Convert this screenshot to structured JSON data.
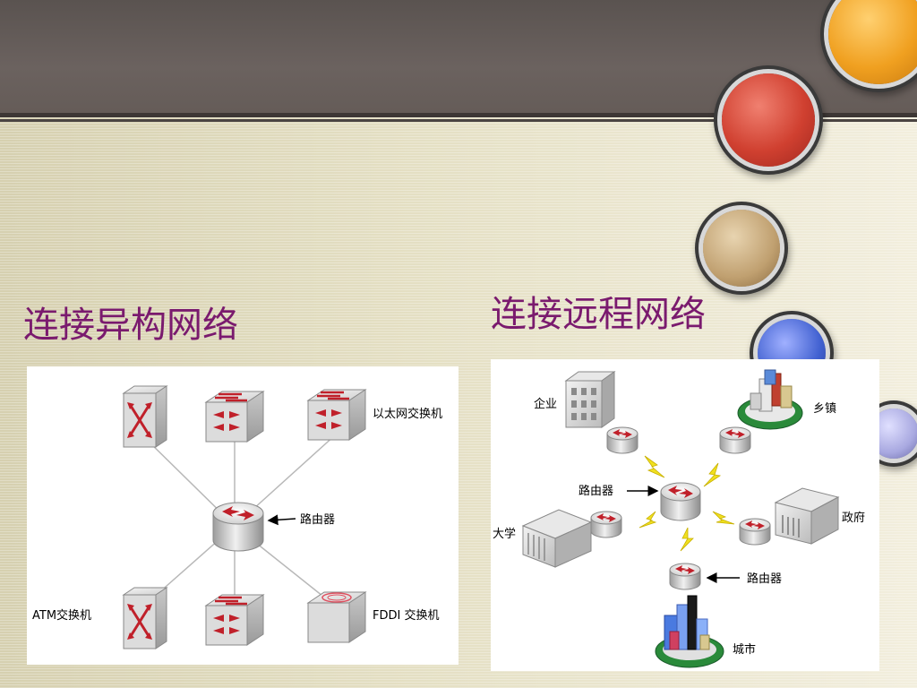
{
  "slide": {
    "title_left": "连接异构网络",
    "title_right": "连接远程网络",
    "accent_colors": {
      "top_band": "#605855",
      "title": "#7a1a6e",
      "disc_orange": "#f0a020",
      "disc_red": "#d04030",
      "disc_tan": "#c0a070",
      "disc_blue": "#4060d0"
    }
  },
  "left_diagram": {
    "labels": {
      "ethernet_switch": "以太网交换机",
      "router": "路由器",
      "atm_switch": "ATM交换机",
      "fddi_switch": "FDDI 交换机"
    }
  },
  "right_diagram": {
    "labels": {
      "enterprise": "企业",
      "township": "乡镇",
      "router_center": "路由器",
      "university": "大学",
      "government": "政府",
      "router_bottom": "路由器",
      "city": "城市"
    }
  }
}
